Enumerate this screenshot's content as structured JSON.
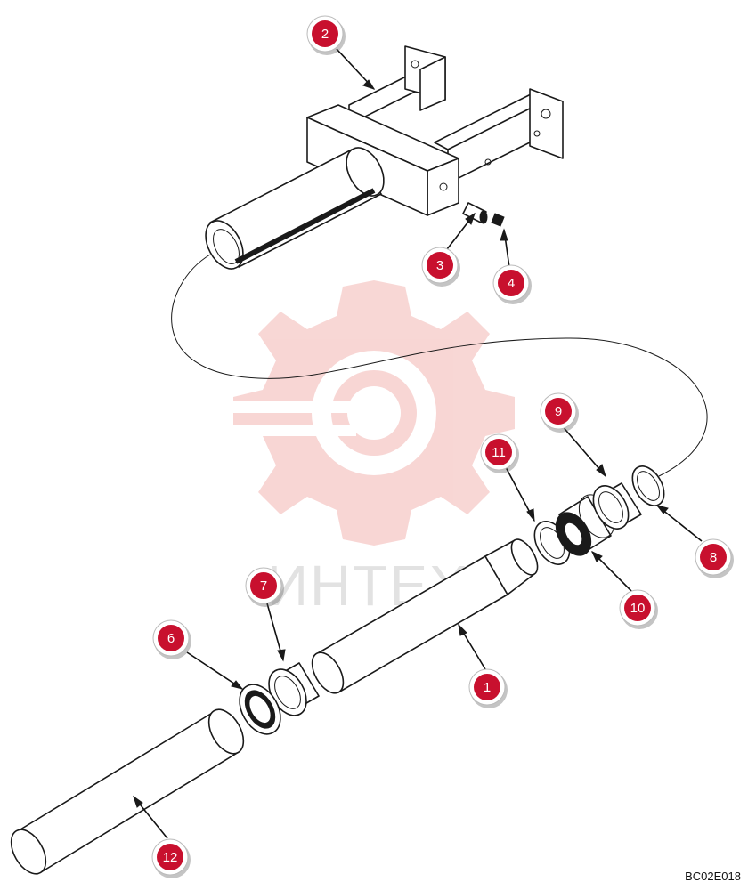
{
  "figure_code": "BC02E018",
  "watermark": {
    "text": "ИНТЕХ",
    "color": "#e0473f"
  },
  "callout_style": {
    "fill": "#c8102e",
    "ring": "#ffffff",
    "shadow": "#555555",
    "text_color": "#ffffff"
  },
  "callouts": [
    {
      "id": "callout-1",
      "label": "1"
    },
    {
      "id": "callout-2",
      "label": "2"
    },
    {
      "id": "callout-3",
      "label": "3"
    },
    {
      "id": "callout-4",
      "label": "4"
    },
    {
      "id": "callout-6",
      "label": "6"
    },
    {
      "id": "callout-7",
      "label": "7"
    },
    {
      "id": "callout-8",
      "label": "8"
    },
    {
      "id": "callout-9",
      "label": "9"
    },
    {
      "id": "callout-10",
      "label": "10"
    },
    {
      "id": "callout-11",
      "label": "11"
    },
    {
      "id": "callout-12",
      "label": "12"
    }
  ]
}
